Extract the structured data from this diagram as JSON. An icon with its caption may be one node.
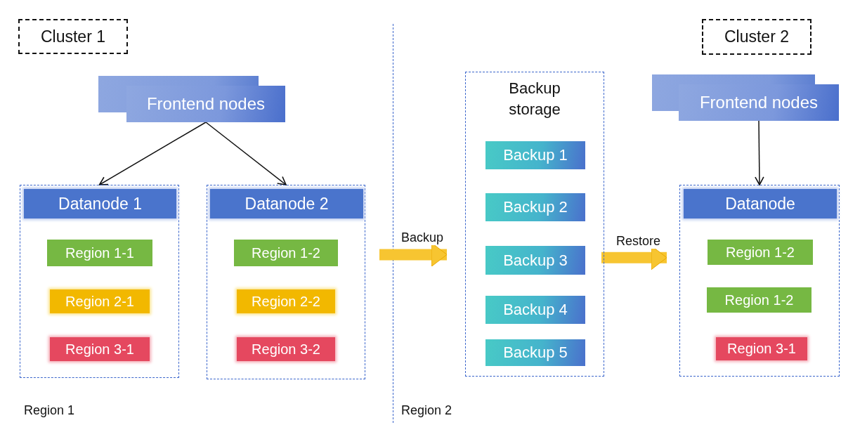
{
  "diagram": {
    "nodes": [
      {
        "text": [
          "Cluster 1"
        ]
      },
      {
        "text": [
          "Frontend nodes"
        ]
      },
      {
        "text": [],
        "shape": "box"
      },
      {
        "text": [
          "Datanode 1"
        ],
        "in": 2
      },
      {
        "text": [
          "Region 1-1"
        ],
        "in": 2
      },
      {
        "text": [
          "Region 2-1"
        ],
        "in": 2
      },
      {
        "text": [
          "Region 3-1"
        ],
        "in": 2
      },
      {
        "text": [],
        "shape": "box"
      },
      {
        "text": [
          "Datanode 2"
        ],
        "in": 7
      },
      {
        "text": [
          "Region 1-2"
        ],
        "in": 7
      },
      {
        "text": [
          "Region 2-2"
        ],
        "in": 7
      },
      {
        "text": [
          "Region 3-2"
        ],
        "in": 7
      },
      {
        "text": [
          "Backup storage"
        ]
      },
      {
        "text": [
          "Backup 1"
        ],
        "in": 12
      },
      {
        "text": [
          "Backup 2"
        ],
        "in": 12
      },
      {
        "text": [
          "Backup 3"
        ],
        "in": 12
      },
      {
        "text": [
          "Backup 4"
        ],
        "in": 12
      },
      {
        "text": [
          "Backup 5"
        ],
        "in": 12
      },
      {
        "text": [
          "Cluster 2"
        ]
      },
      {
        "text": [
          "Frontend nodes"
        ]
      },
      {
        "text": [],
        "shape": "box"
      },
      {
        "text": [
          "Datanode"
        ],
        "in": 20
      },
      {
        "text": [
          "Region 1-2"
        ],
        "in": 20
      },
      {
        "text": [
          "Region 1-2"
        ],
        "in": 20
      },
      {
        "text": [
          "Region 3-1"
        ],
        "in": 20
      }
    ],
    "edges": [
      {
        "from": 1,
        "to": 2,
        "arrow": "to"
      },
      {
        "from": 1,
        "to": 7,
        "arrow": "to"
      },
      {
        "from": 19,
        "to": 20,
        "arrow": "to"
      },
      {
        "from": null,
        "to": 12,
        "arrow": "to",
        "label": "Backup",
        "style": "thick",
        "color": "#f7c531"
      },
      {
        "from": 12,
        "to": 20,
        "arrow": "to",
        "label": "Restore",
        "style": "thick",
        "color": "#f7c531"
      }
    ],
    "labels": [
      "Region 1",
      "Region 2"
    ]
  }
}
